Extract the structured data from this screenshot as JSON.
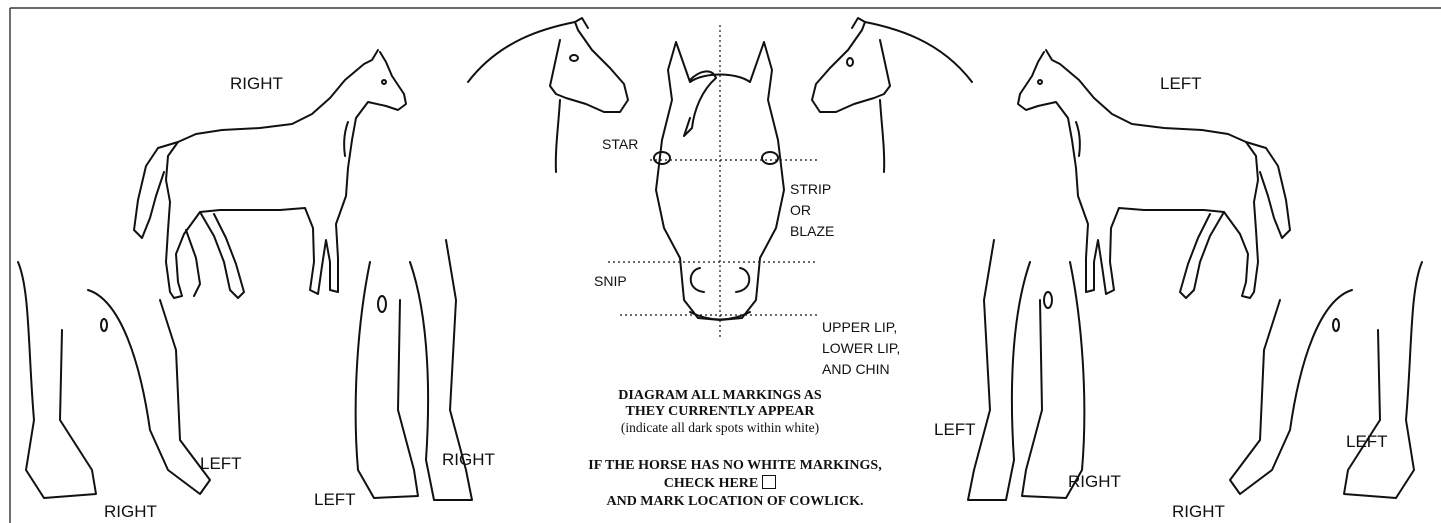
{
  "labels": {
    "right_top": "RIGHT",
    "left_top": "LEFT",
    "star": "STAR",
    "strip_or_blaze": [
      "STRIP",
      "OR",
      "BLAZE"
    ],
    "snip": "SNIP",
    "lip_chin": [
      "UPPER LIP,",
      "LOWER LIP,",
      "AND CHIN"
    ],
    "legs_front_right_view": {
      "left": "LEFT",
      "right": "RIGHT"
    },
    "legs_rear_right_view": {
      "left": "LEFT",
      "right": "RIGHT"
    },
    "legs_front_left_view": {
      "left": "LEFT",
      "right": "RIGHT"
    },
    "legs_rear_left_view": {
      "left": "LEFT",
      "right": "RIGHT"
    }
  },
  "instructions": {
    "line1": "DIAGRAM ALL MARKINGS AS",
    "line2": "THEY CURRENTLY APPEAR",
    "line3": "(indicate all dark spots within white)",
    "line4": "IF THE HORSE HAS NO WHITE  MARKINGS,",
    "line5": "CHECK HERE",
    "line6": "AND MARK LOCATION OF COWLICK."
  }
}
